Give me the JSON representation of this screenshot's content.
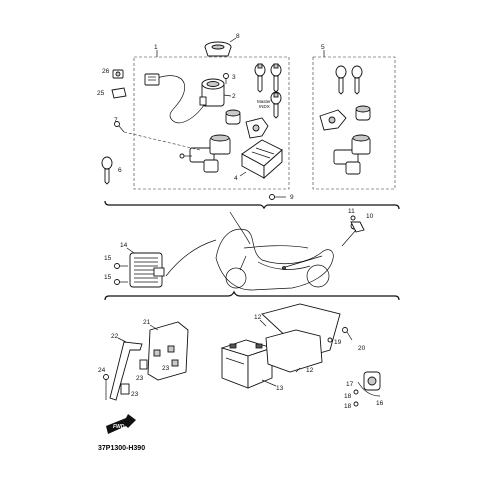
{
  "diagram_code": "37P1300-H390",
  "master_key_label_line1": "Master",
  "master_key_label_line2": "INDX",
  "fwd_label": "FWD",
  "callouts": {
    "c1": "1",
    "c2": "2",
    "c3": "3",
    "c4": "4",
    "c5": "5",
    "c6": "6",
    "c7": "7",
    "c8": "8",
    "c9": "9",
    "c10": "10",
    "c11": "11",
    "c12a": "12",
    "c12b": "12",
    "c13": "13",
    "c14": "14",
    "c15a": "15",
    "c15b": "15",
    "c16": "16",
    "c17": "17",
    "c18a": "18",
    "c18b": "18",
    "c19": "19",
    "c20": "20",
    "c21": "21",
    "c22": "22",
    "c23a": "23",
    "c23b": "23",
    "c23c": "23",
    "c24": "24",
    "c25": "25",
    "c26": "26"
  }
}
